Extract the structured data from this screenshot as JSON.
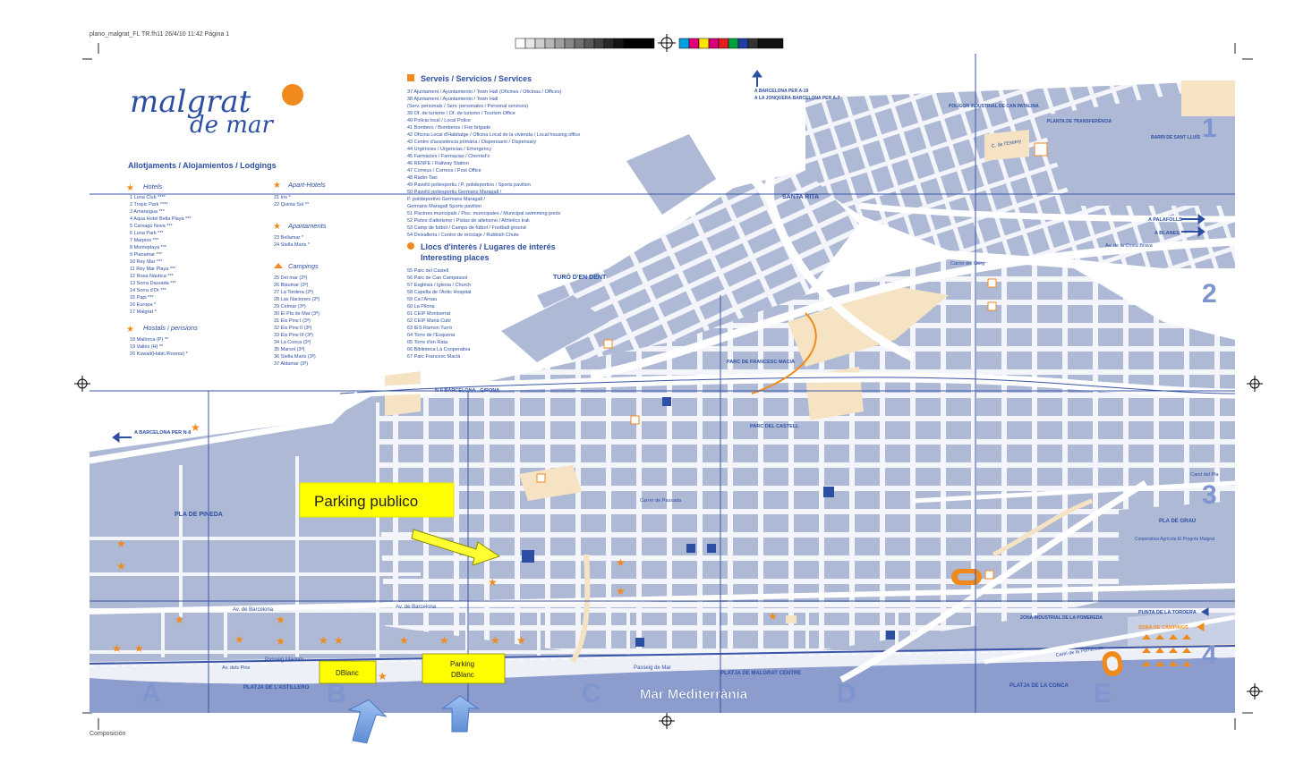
{
  "print_header": "plano_malgrat_FL TR.fh11 26/4/10 11:42 Página 1",
  "print_footer": "Composición",
  "logo": {
    "text_line1": "malgrat",
    "text_line2": "de mar"
  },
  "lodgings": {
    "title": "Allotjaments / Alojamientos / Lodgings",
    "hotels_title": "Hotels",
    "hotels": [
      "1  Luna Club ****",
      "2  Tropic Park ****",
      "3  Amaraigua ***",
      "4  Aqua Hotel Bella Playa ***",
      "5  Carsago Nova ***",
      "6  Luna Park ***",
      "7  Marpins ***",
      "8  Monteplaya ***",
      "9  Planamar ***",
      "10  Rey Mar ***",
      "11  Rey Mar Playa ***",
      "12  Rosa Náutica ***",
      "13  Sorra Daurada ***",
      "14  Sorra d'Or ***",
      "15  Papi ***",
      "16  Europa *",
      "17  Malgrat *"
    ],
    "hostals_title": "Hostals i pensions",
    "hostals": [
      "18  Mallorca (P) **",
      "19  Vallès (H) **",
      "20  Kuwait(Habit./Rooms) *"
    ],
    "apart_title": "Apart-Hotels",
    "apart": [
      "21  Iris *",
      "22  Quinta Sol **"
    ],
    "apartaments_title": "Apartaments",
    "apartaments": [
      "23  Bellamar *",
      "24  Stella Maris *"
    ],
    "campings_title": "Campings",
    "campings": [
      "25  Del mar (2ª)",
      "26  Blaumar (2ª)",
      "27  La Tordera (2ª)",
      "28  Las Naciones (2ª)",
      "29  Celmar (3ª)",
      "30  El Pla de Mar (3ª)",
      "31  Els Pins I (3ª)",
      "32  Els Pins II (3ª)",
      "33  Els Pins III (3ª)",
      "34  La Conca (3ª)",
      "35  Marsol (3ª)",
      "36  Stella Maris (3ª)",
      "37  Aldamar (3ª)"
    ]
  },
  "services": {
    "title": "Serveis / Servicios / Services",
    "items": [
      "37  Ajuntament / Ayuntamiento / Town Hall (Oficines / Oficinas / Offices)",
      "38  Ajuntament / Ayuntamiento / Town Hall",
      "      (Serv. personals / Serv. personales / Personal services)",
      "39  Of. de turisme / Of. de turismo / Tourism Office",
      "40  Policia local / Local Police",
      "41  Bombers / Bomberos / Fire brigade",
      "42  Oficina Local d'Habitatge / Oficina Local de la vivienda / Local housing office",
      "43  Centre d'assistència primària / Dispensario / Dispensary",
      "44  Urgències / Urgencias / Emergency",
      "45  Farmàcies / Farmacias / Chemist's",
      "46  RENFE / Railway Station",
      "47  Correus / Correos / Post Office",
      "48  Ràdio-Taxi",
      "49  Pavelló poliesportiu / P. polideportivo / Sports pavilion",
      "50  Pavelló poliesportiu Germans Maragall /",
      "      P. polideportivo Germans Maragall /",
      "      Germans Maragall Sports pavilion",
      "51  Piscines municipals / Pisc. municipales / Municipal swimming pools",
      "52  Pistes d'atletisme / Pistas de atletismo / Athletics trak",
      "53  Camp de futbol / Campo de fútbol / Football ground",
      "54  Deixalleria / Centro de reciclaje / Rubbish Chute"
    ]
  },
  "interest": {
    "title1": "Llocs d'interès / Lugares de interés",
    "title2": "Interesting places",
    "items": [
      "55  Parc del Castell",
      "56  Parc de Can Campassol",
      "57  Església / Iglesia / Church",
      "58  Capella de l'Antic Hospital",
      "59  Ca l'Arnau",
      "60  La Pilona",
      "61  CEIP Montserrat",
      "62  CEIP Marià Cubí",
      "63  IES Ramon Turró",
      "64  Torre de l'Esquena",
      "65  Torre d'en Rata",
      "66  Biblioteca La Cooperativa",
      "67  Parc Francesc Macià"
    ]
  },
  "grid": {
    "columns": [
      "A",
      "B",
      "C",
      "D",
      "E"
    ],
    "rows": [
      "1",
      "2",
      "3",
      "4"
    ]
  },
  "places": {
    "sea": "Mar Mediterrània",
    "beach_castell": "PLATJA DE L'ASTILLERO",
    "beach_centre": "PLATJA DE MALGRAT CENTRE",
    "beach_conca": "PLATJA DE LA CONCA",
    "pla_pineda": "PLA DE PINEDA",
    "pla_grau": "PLA DE GRAU",
    "santa_rita": "SANTA RITA",
    "turo": "TURÓ D'EN DENT",
    "parc_macia": "PARC DE FRANCESC MACIÀ",
    "parc_castell": "PARC DEL CASTELL",
    "poligon": "POLÍGON INDUSTRIAL DE CAN PATALINA",
    "planta": "PLANTA DE TRANSFERÈNCIA",
    "barri": "BARRI DE SANT LLUÍS",
    "zona_ind": "ZONA INDUSTRIAL DE LA POMEREDA",
    "punta": "PUNTA DE LA TORDERA",
    "zona_camp": "ZONA DE CÀMPINGS",
    "cooperativa": "Cooperativa Agrícola El Progrés Malgrat",
    "to_barcelona_n2": "A BARCELONA PER N-II",
    "to_barcelona_top1": "A BARCELONA PER A-19",
    "to_barcelona_top2": "A LA JONQUERA-BARCELONA PER A-7",
    "to_palafolls": "A PALAFOLLS",
    "to_blanes": "A BLANES",
    "av_barcelona": "Av. de Barcelona",
    "av_costa_brava": "Av. de la Costa Brava",
    "passeig_maritim": "Passeig Marítim",
    "passeig_mar": "Passeig de Mar",
    "cami_pomereda": "Camí de la Pomereda",
    "cami_pla": "Camí del Pla",
    "n2_label": "N-II BARCELONA - GIRONA",
    "carrer_passada": "Carrer de Passada",
    "carrer_gorg": "Carrer del Gorg",
    "c_estany": "C. de l'Estany",
    "av_pins": "Av. dels Pins"
  },
  "annotations": {
    "parking_publico": "Parking publico",
    "dblanc": "DBlanc",
    "parking_dblanc_1": "Parking",
    "parking_dblanc_2": "DBlanc"
  },
  "colors": {
    "map_blue": "#aeb9d6",
    "street_fill": "#f4f5fa",
    "park": "#f6e3c3",
    "sea": "#8c9ccc",
    "title_blue": "#2d4fa3",
    "orange": "#f08a1c",
    "grid_line": "#3a55a8",
    "note_yellow": "#ffff00"
  }
}
